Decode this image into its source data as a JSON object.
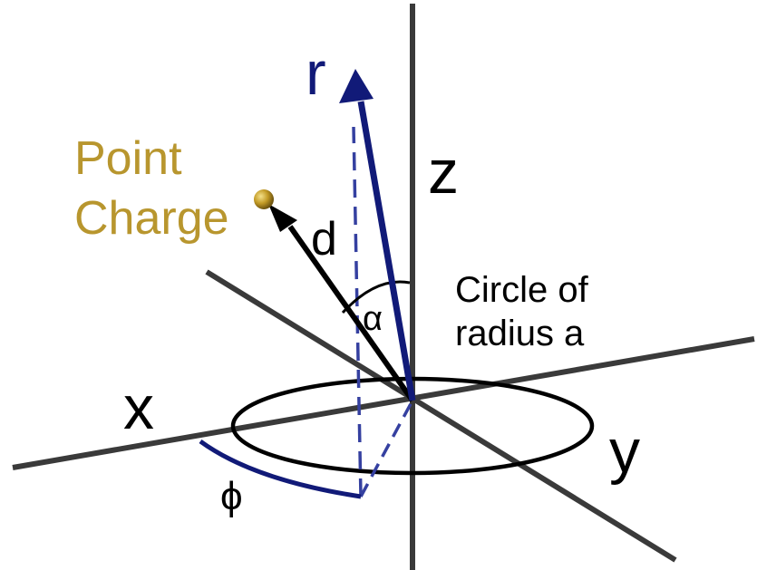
{
  "labels": {
    "r": "r",
    "z": "z",
    "x": "x",
    "y": "y",
    "d": "d",
    "alpha": "α",
    "phi": "ϕ",
    "point_charge_line1": "Point",
    "point_charge_line2": "Charge",
    "circle_line1": "Circle of",
    "circle_line2": "radius a"
  },
  "colors": {
    "axis": "#3a3a3a",
    "r_vector": "#111a78",
    "dashed": "#3540a0",
    "charge": "#b8962e",
    "phi_arc": "#111a78",
    "text": "#000000"
  }
}
